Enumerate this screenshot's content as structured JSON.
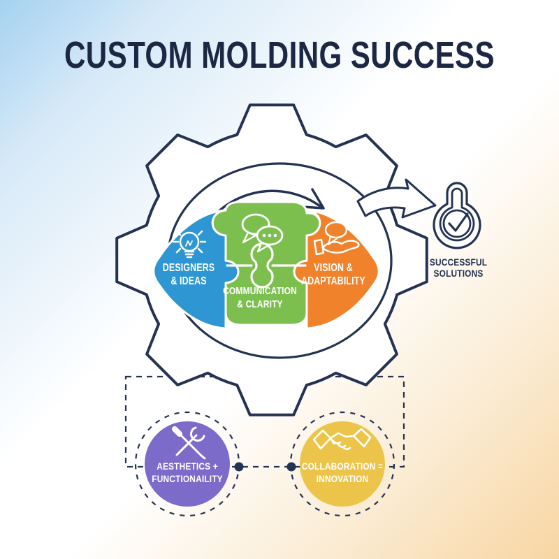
{
  "title": "CUSTOM MOLDING SUCCESS",
  "colors": {
    "navy": "#243253",
    "title_navy": "#1c2743",
    "blue": "#2e97d3",
    "green": "#7cbf4e",
    "orange": "#f0822c",
    "purple": "#7c6bc9",
    "yellow": "#edc44a",
    "white": "#ffffff",
    "bg_top_left": "#a5d2f0",
    "bg_bottom_right": "#f8d6a3"
  },
  "process": {
    "pieces": [
      {
        "id": "designers",
        "line1": "DESIGNERS",
        "line2": "& IDEAS",
        "color": "#2e97d3",
        "icon": "lightbulb-icon"
      },
      {
        "id": "communication",
        "line1": "COMMUNICATION",
        "line2": "& CLARITY",
        "color": "#7cbf4e",
        "icon": "chat-bubbles-icon"
      },
      {
        "id": "vision",
        "line1": "VISION &",
        "line2": "ADAPTABILITY",
        "color": "#f0822c",
        "icon": "hand-bubble-icon"
      }
    ]
  },
  "outcome": {
    "line1": "SUCCESSFUL",
    "line2": "SOLUTIONS",
    "icon": "thermometer-check-icon"
  },
  "foundation": {
    "left": {
      "line1": "AESTHETICS +",
      "line2": "FUNCTIONAILITY",
      "color": "#7c6bc9",
      "icon": "tools-icon"
    },
    "right": {
      "line1": "COLLABORATION =",
      "line2": "INNOVATION",
      "color": "#edc44a",
      "icon": "handshake-icon"
    }
  }
}
